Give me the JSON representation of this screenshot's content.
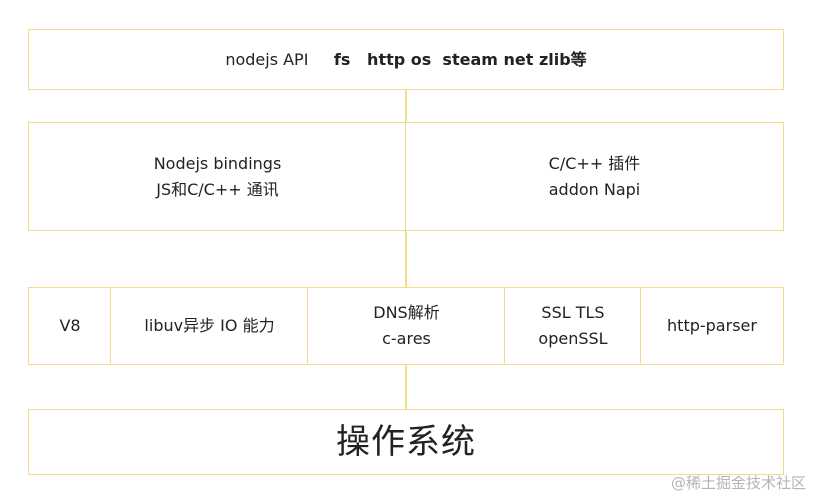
{
  "top": {
    "api_label": "nodejs API",
    "api_modules": "fs   http os  steam net zlib等"
  },
  "middle": {
    "bindings": {
      "line1": "Nodejs bindings",
      "line2": "JS和C/C++ 通讯"
    },
    "addon": {
      "line1": "C/C++ 插件",
      "line2": "addon  Napi"
    }
  },
  "deps": {
    "v8": "V8",
    "libuv": "libuv异步 IO 能力",
    "dns": {
      "line1": "DNS解析",
      "line2": "c-ares"
    },
    "ssl": {
      "line1": "SSL TLS",
      "line2": "openSSL"
    },
    "http_parser": "http-parser"
  },
  "os": {
    "label": "操作系统"
  },
  "watermark": "@稀土掘金技术社区",
  "colors": {
    "border": "#f3dc8a",
    "text": "#222222",
    "watermark": "#b5b5b5"
  }
}
